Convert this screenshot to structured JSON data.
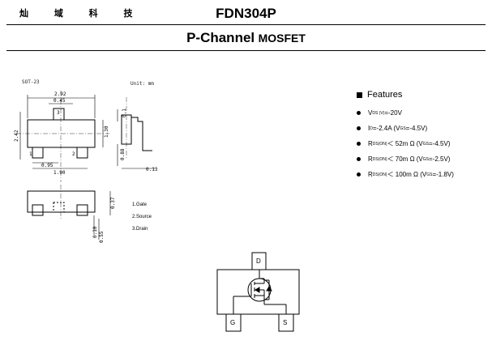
{
  "header": {
    "company": "灿 域 科 技",
    "part_number": "FDN304P",
    "subtitle_main": "P-Channel",
    "subtitle_sub": "MOSFET"
  },
  "package": {
    "name": "SOT-23",
    "unit": "Unit: mm",
    "dims": {
      "width_top": "2.92",
      "pad_gap": "0.45",
      "height_left": "2.42",
      "height_right": "1.30",
      "pin_pitch": "0.95",
      "lead_span": "1.90",
      "side_top": "0.1",
      "side_height": "0.88",
      "side_offset": "0.13",
      "bottom_right": "0.37",
      "bottom_a": "0.10",
      "bottom_b": "0.55"
    },
    "pin_marks": {
      "top": "3",
      "left": "1",
      "right": "2"
    },
    "pins": [
      "1.Gate",
      "2.Source",
      "3.Drain"
    ]
  },
  "features": {
    "title": "Features",
    "items": [
      {
        "sym": "V",
        "sub": "DS (V)",
        "rest": " =-20V"
      },
      {
        "sym": "I",
        "sub": "D",
        "rest": " =-2.4A (V",
        "sub2": "GS",
        "rest2": " =-4.5V)"
      },
      {
        "sym": "R",
        "sub": "DS(ON)",
        "rest": " ＜ 52m Ω  (V",
        "sub2": "GS",
        "rest2": " =-4.5V)"
      },
      {
        "sym": "R",
        "sub": "DS(ON)",
        "rest": " ＜ 70m Ω  (V",
        "sub2": "GS",
        "rest2": " =-2.5V)"
      },
      {
        "sym": "R",
        "sub": "DS(ON)",
        "rest": " ＜ 100m Ω  (V",
        "sub2": "GS",
        "rest2": " =-1.8V)"
      }
    ]
  },
  "schematic": {
    "drain": "D",
    "gate": "G",
    "source": "S"
  }
}
